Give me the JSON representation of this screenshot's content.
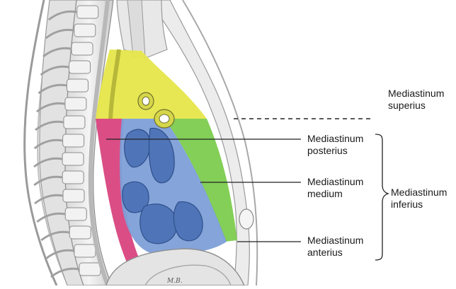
{
  "labels": {
    "superius": {
      "line1": "Mediastinum",
      "line2": "superius"
    },
    "posterius": {
      "line1": "Mediastinum",
      "line2": "posterius"
    },
    "medium": {
      "line1": "Mediastinum",
      "line2": "medium"
    },
    "anterius": {
      "line1": "Mediastinum",
      "line2": "anterius"
    },
    "inferius": {
      "line1": "Mediastinum",
      "line2": "inferius"
    }
  },
  "signature": "M.B.",
  "colors": {
    "superius": "#e6e64a",
    "anterius": "#7ccc4e",
    "medium": "#7d9fd8",
    "posterius": "#d8447e"
  }
}
